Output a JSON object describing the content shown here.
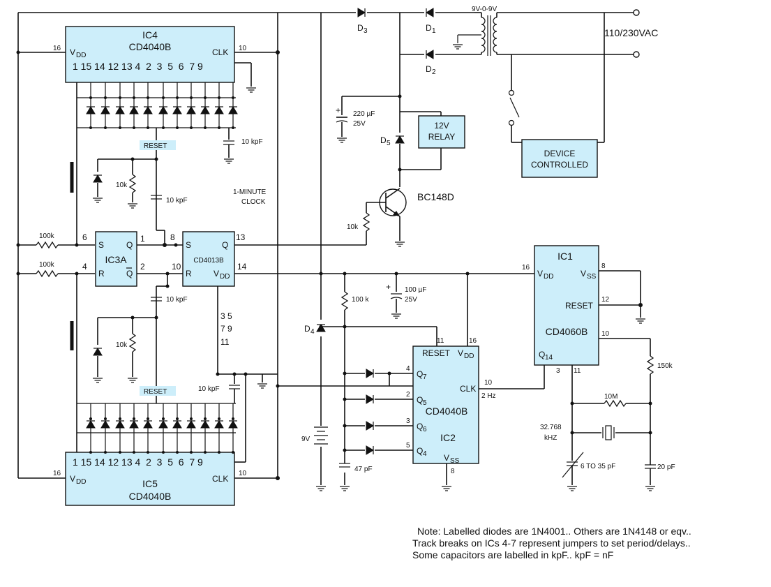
{
  "ics": {
    "ic4": {
      "name": "IC4",
      "part": "CD4040B",
      "vdd": "V",
      "vdd_sub": "DD",
      "clk": "CLK",
      "pins": "1 15 14 12 13 4  2  3  5  6  7 9",
      "pin_vdd": "16",
      "pin_clk": "10"
    },
    "ic5": {
      "name": "IC5",
      "part": "CD4040B",
      "vdd": "V",
      "vdd_sub": "DD",
      "clk": "CLK",
      "pins": "1 15 14 12 13 4  2  3  5  6  7 9",
      "pin_vdd": "16",
      "pin_clk": "10"
    },
    "ic3a": {
      "name": "IC3A",
      "s": "S",
      "r": "R",
      "q": "Q",
      "qb": "Q",
      "pin_s": "6",
      "pin_r": "4",
      "pin_q": "1",
      "pin_qb": "2"
    },
    "ic3b": {
      "part": "CD4013B",
      "s": "S",
      "r": "R",
      "q": "Q",
      "vdd": "V",
      "vdd_sub": "DD",
      "pin_s": "8",
      "pin_r": "10",
      "pin_q": "13",
      "pin_vdd": "14",
      "pins_extra1": "3 5",
      "pins_extra2": "7 9",
      "pins_extra3": "11"
    },
    "ic1": {
      "name": "IC1",
      "part": "CD4060B",
      "vdd": "V",
      "vdd_sub": "DD",
      "vss": "V",
      "vss_sub": "SS",
      "reset": "RESET",
      "q": "Q",
      "q_sub": "14",
      "pin_vdd": "16",
      "pin_vss": "8",
      "pin_reset": "12",
      "pin_10": "10",
      "pin_11": "11",
      "pin_q": "3"
    },
    "ic2": {
      "name": "IC2",
      "part": "CD4040B",
      "reset": "RESET",
      "vdd": "V",
      "vdd_sub": "DD",
      "vss": "V",
      "vss_sub": "SS",
      "clk": "CLK",
      "clk_freq": "2 Hz",
      "q7": "Q",
      "q7s": "7",
      "q5": "Q",
      "q5s": "5",
      "q6": "Q",
      "q6s": "6",
      "q4": "Q",
      "q4s": "4",
      "pin_reset": "11",
      "pin_vdd": "16",
      "pin_clk": "10",
      "pin_q7": "4",
      "pin_q5": "2",
      "pin_q6": "3",
      "pin_q4": "5",
      "pin_vss": "8"
    }
  },
  "labels": {
    "mains": "110/230VAC",
    "transformer": "9V-0-9V",
    "d3": "D",
    "d3s": "3",
    "d1": "D",
    "d1s": "1",
    "d2": "D",
    "d2s": "2",
    "d5": "D",
    "d5s": "5",
    "d4": "D",
    "d4s": "4",
    "cap_220": "220 µF",
    "cap_220v": "25V",
    "relay1": "12V",
    "relay2": "RELAY",
    "device1": "DEVICE",
    "device2": "CONTROLLED",
    "transistor": "BC148D",
    "r_10k_base": "10k",
    "clock1": "1-MINUTE",
    "clock2": "CLOCK",
    "reset_top": "RESET",
    "reset_bottom": "RESET",
    "c_10kpf_a": "10 kpF",
    "c_10kpf_b": "10 kpF",
    "c_10kpf_c": "10 kpF",
    "c_10kpf_d": "10 kpF",
    "r_10k_a": "10k",
    "r_10k_b": "10k",
    "r_100k_a": "100k",
    "r_100k_b": "100k",
    "r_100k_c": "100 k",
    "cap_100": "100 µF",
    "cap_100v": "25V",
    "battery": "9V",
    "cap_47pf": "47 pF",
    "r_10m": "10M",
    "r_150k": "150k",
    "crystal1": "32.768",
    "crystal2": "kHZ",
    "trimmer": "6 TO 35 pF",
    "cap_20pf": "20 pF"
  },
  "notes": [
    "Note: Labelled diodes are 1N4001..  Others are 1N4148 or eqv..",
    "Track breaks on ICs 4-7 represent jumpers to set period/delays..",
    "Some capacitors are labelled in kpF..  kpF = nF"
  ],
  "colors": {
    "ic_fill": "#cdeefa",
    "wire": "#111111"
  }
}
